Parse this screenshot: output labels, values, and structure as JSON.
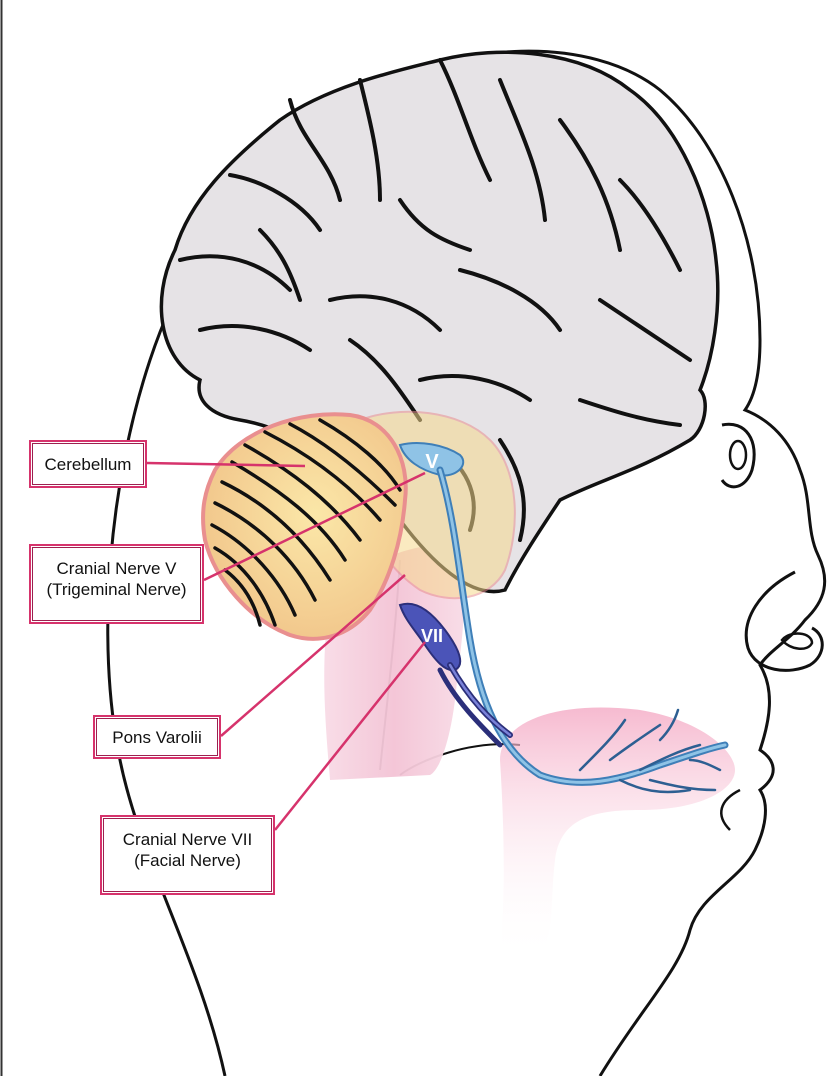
{
  "labels": {
    "cerebellum": "Cerebellum",
    "cranial_nerve_v_line1": "Cranial Nerve V",
    "cranial_nerve_v_line2": "(Trigeminal Nerve)",
    "pons": "Pons Varolii",
    "cranial_nerve_vii_line1": "Cranial Nerve VII",
    "cranial_nerve_vii_line2": "(Facial Nerve)"
  },
  "nerve_tags": {
    "v": "V",
    "vii": "VII"
  },
  "colors": {
    "label_border": "#d6336c",
    "leader_line": "#d6336c",
    "brain_fill": "#e6e3e6",
    "brainstem_fill": "#f7d2e0",
    "cerebellum_fill": "#f6d98e",
    "trigeminal": "#6aa6d8",
    "facial": "#4b54b8",
    "tongue_fill": "#f5b5cc"
  }
}
